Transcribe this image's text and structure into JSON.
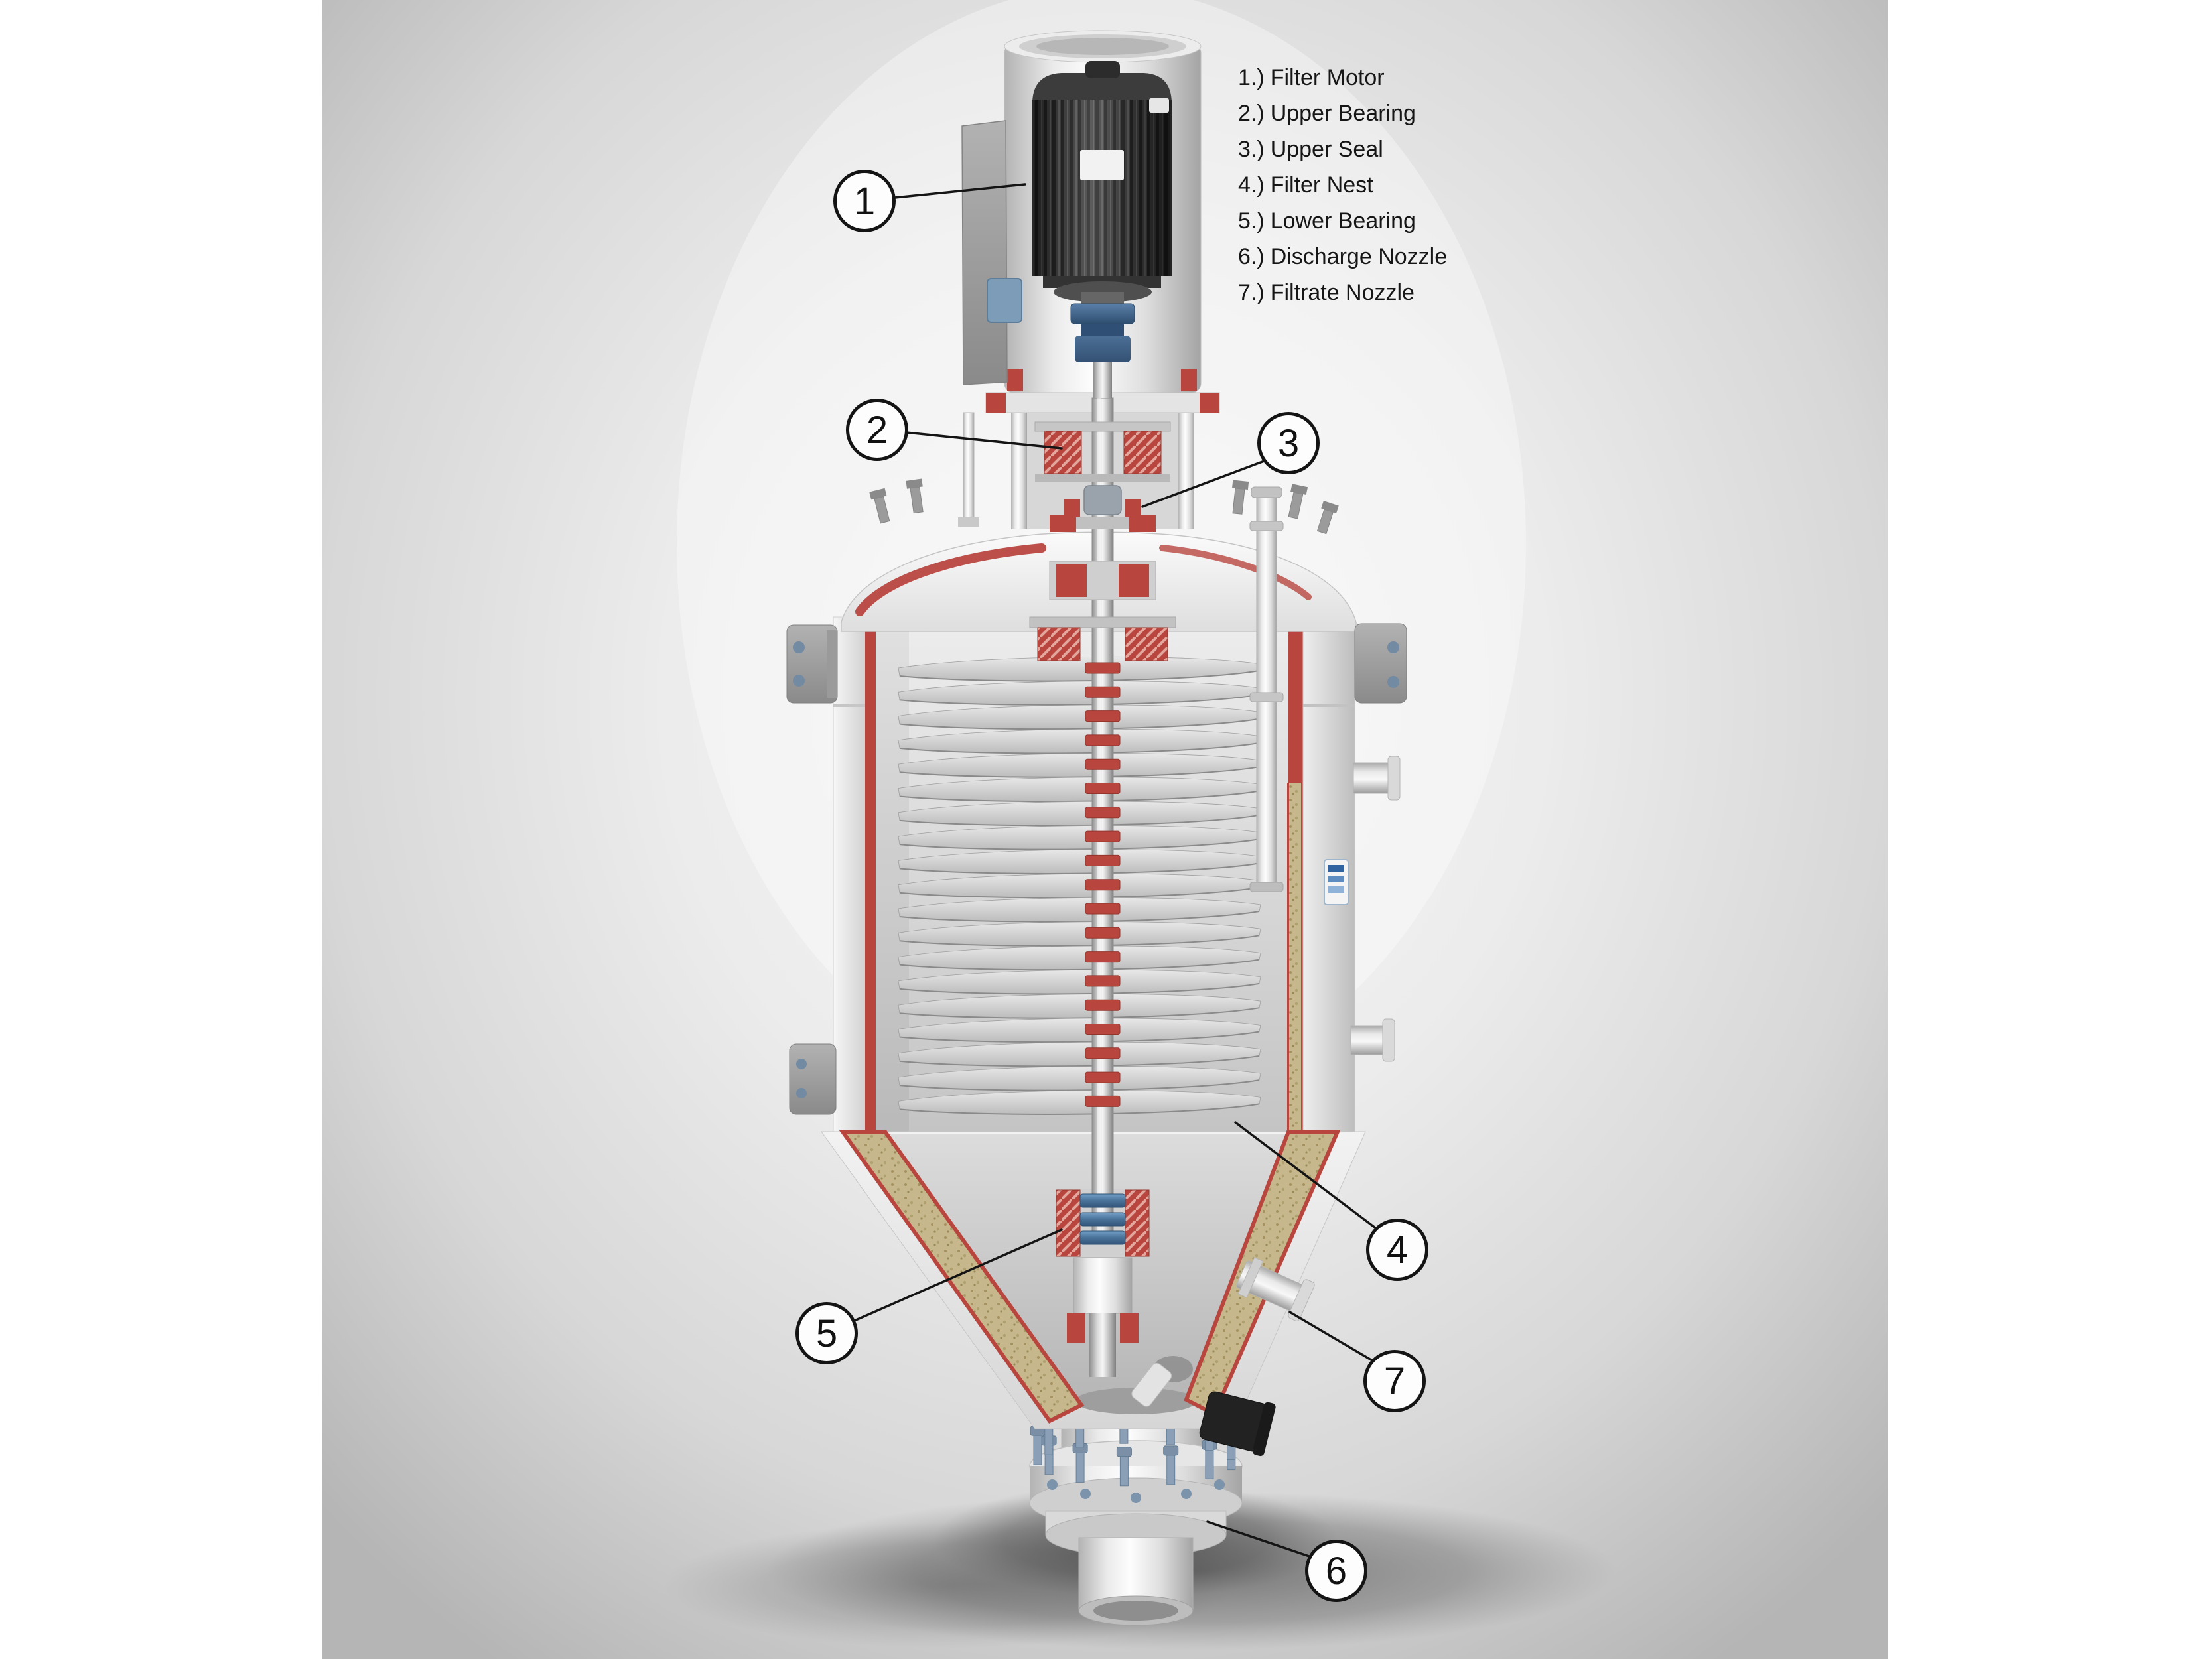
{
  "legend": {
    "items": [
      {
        "num": "1.)",
        "label": "Filter Motor"
      },
      {
        "num": "2.)",
        "label": "Upper Bearing"
      },
      {
        "num": "3.)",
        "label": "Upper Seal"
      },
      {
        "num": "4.)",
        "label": "Filter Nest"
      },
      {
        "num": "5.)",
        "label": "Lower Bearing"
      },
      {
        "num": "6.)",
        "label": "Discharge Nozzle"
      },
      {
        "num": "7.)",
        "label": "Filtrate Nozzle"
      }
    ]
  },
  "callouts": [
    {
      "number": "1"
    },
    {
      "number": "2"
    },
    {
      "number": "3"
    },
    {
      "number": "4"
    },
    {
      "number": "5"
    },
    {
      "number": "6"
    },
    {
      "number": "7"
    }
  ],
  "colors": {
    "cut_face_red": "#b8463f",
    "insulation_tan": "#c6b88c",
    "bearing_blue": "#4a7298",
    "coupling_blue": "#3c5e86",
    "motor_dark": "#2e2e2e",
    "backdrop_gray": "#d7d7d7"
  }
}
